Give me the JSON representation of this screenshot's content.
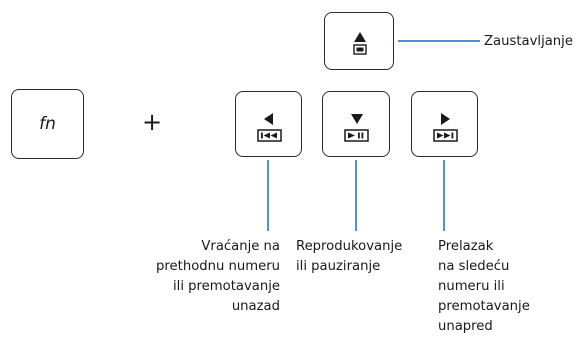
{
  "keys": {
    "fn_label": "fn",
    "plus_sign": "+",
    "up_icon": "eject-up-arrow-icon",
    "prev_icon": "rewind-icon",
    "play_icon": "play-pause-icon",
    "next_icon": "fast-forward-icon"
  },
  "labels": {
    "stop": "Zaustavljanje",
    "prev": [
      "Vraćanje na",
      "prethodnu numeru",
      "ili premotavanje",
      "unazad"
    ],
    "play": [
      "Reprodukovanje",
      "ili pauziranje"
    ],
    "next": [
      "Prelazak",
      "na sledeću",
      "numeru ili",
      "premotavanje",
      "unapred"
    ]
  },
  "colors": {
    "leader_line": "#1a6fb5",
    "key_border": "#2b2b2b",
    "text": "#1a1a1a"
  }
}
